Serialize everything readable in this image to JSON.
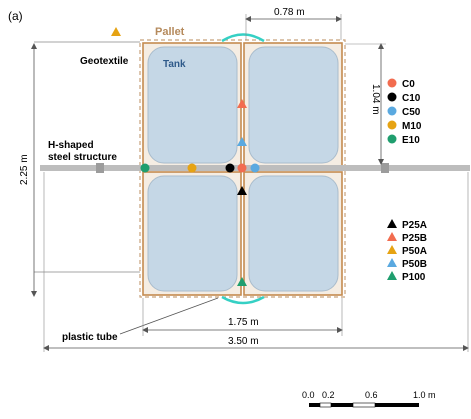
{
  "figure": {
    "panel_label": "(a)",
    "labels": {
      "pallet": "Pallet",
      "geotextile": "Geotextile",
      "tank": "Tank",
      "steel_line1": "H-shaped",
      "steel_line2": "steel structure",
      "plastic_tube": "plastic tube"
    },
    "dimensions": {
      "tank_width": "0.78 m",
      "tank_height": "1.04 m",
      "total_height": "2.25 m",
      "pallet_width": "1.75 m",
      "total_width": "3.50 m"
    },
    "legend_circles": [
      {
        "label": "C0",
        "color": "#f26c4f"
      },
      {
        "label": "C10",
        "color": "#000000"
      },
      {
        "label": "C50",
        "color": "#5aa9e0"
      },
      {
        "label": "M10",
        "color": "#e6a313"
      },
      {
        "label": "E10",
        "color": "#1f9e6e"
      }
    ],
    "legend_triangles": [
      {
        "label": "P25A",
        "color": "#000000"
      },
      {
        "label": "P25B",
        "color": "#f26c4f"
      },
      {
        "label": "P50A",
        "color": "#e6a313"
      },
      {
        "label": "P50B",
        "color": "#5aa9e0"
      },
      {
        "label": "P100",
        "color": "#1f9e6e"
      }
    ],
    "scale_bar": {
      "ticks": [
        "0.0",
        "0.2",
        "0.6",
        "1.0 m"
      ]
    },
    "colors": {
      "tank_fill": "#c5d7e6",
      "tank_stroke": "#a9bccc",
      "tank_label": "#2f5a8a",
      "pallet_label": "#b58a5c",
      "pallet_border": "#c8a27c",
      "steel": "#b9b9b9",
      "tube": "#35d0c4",
      "dim_line": "#555555"
    }
  }
}
